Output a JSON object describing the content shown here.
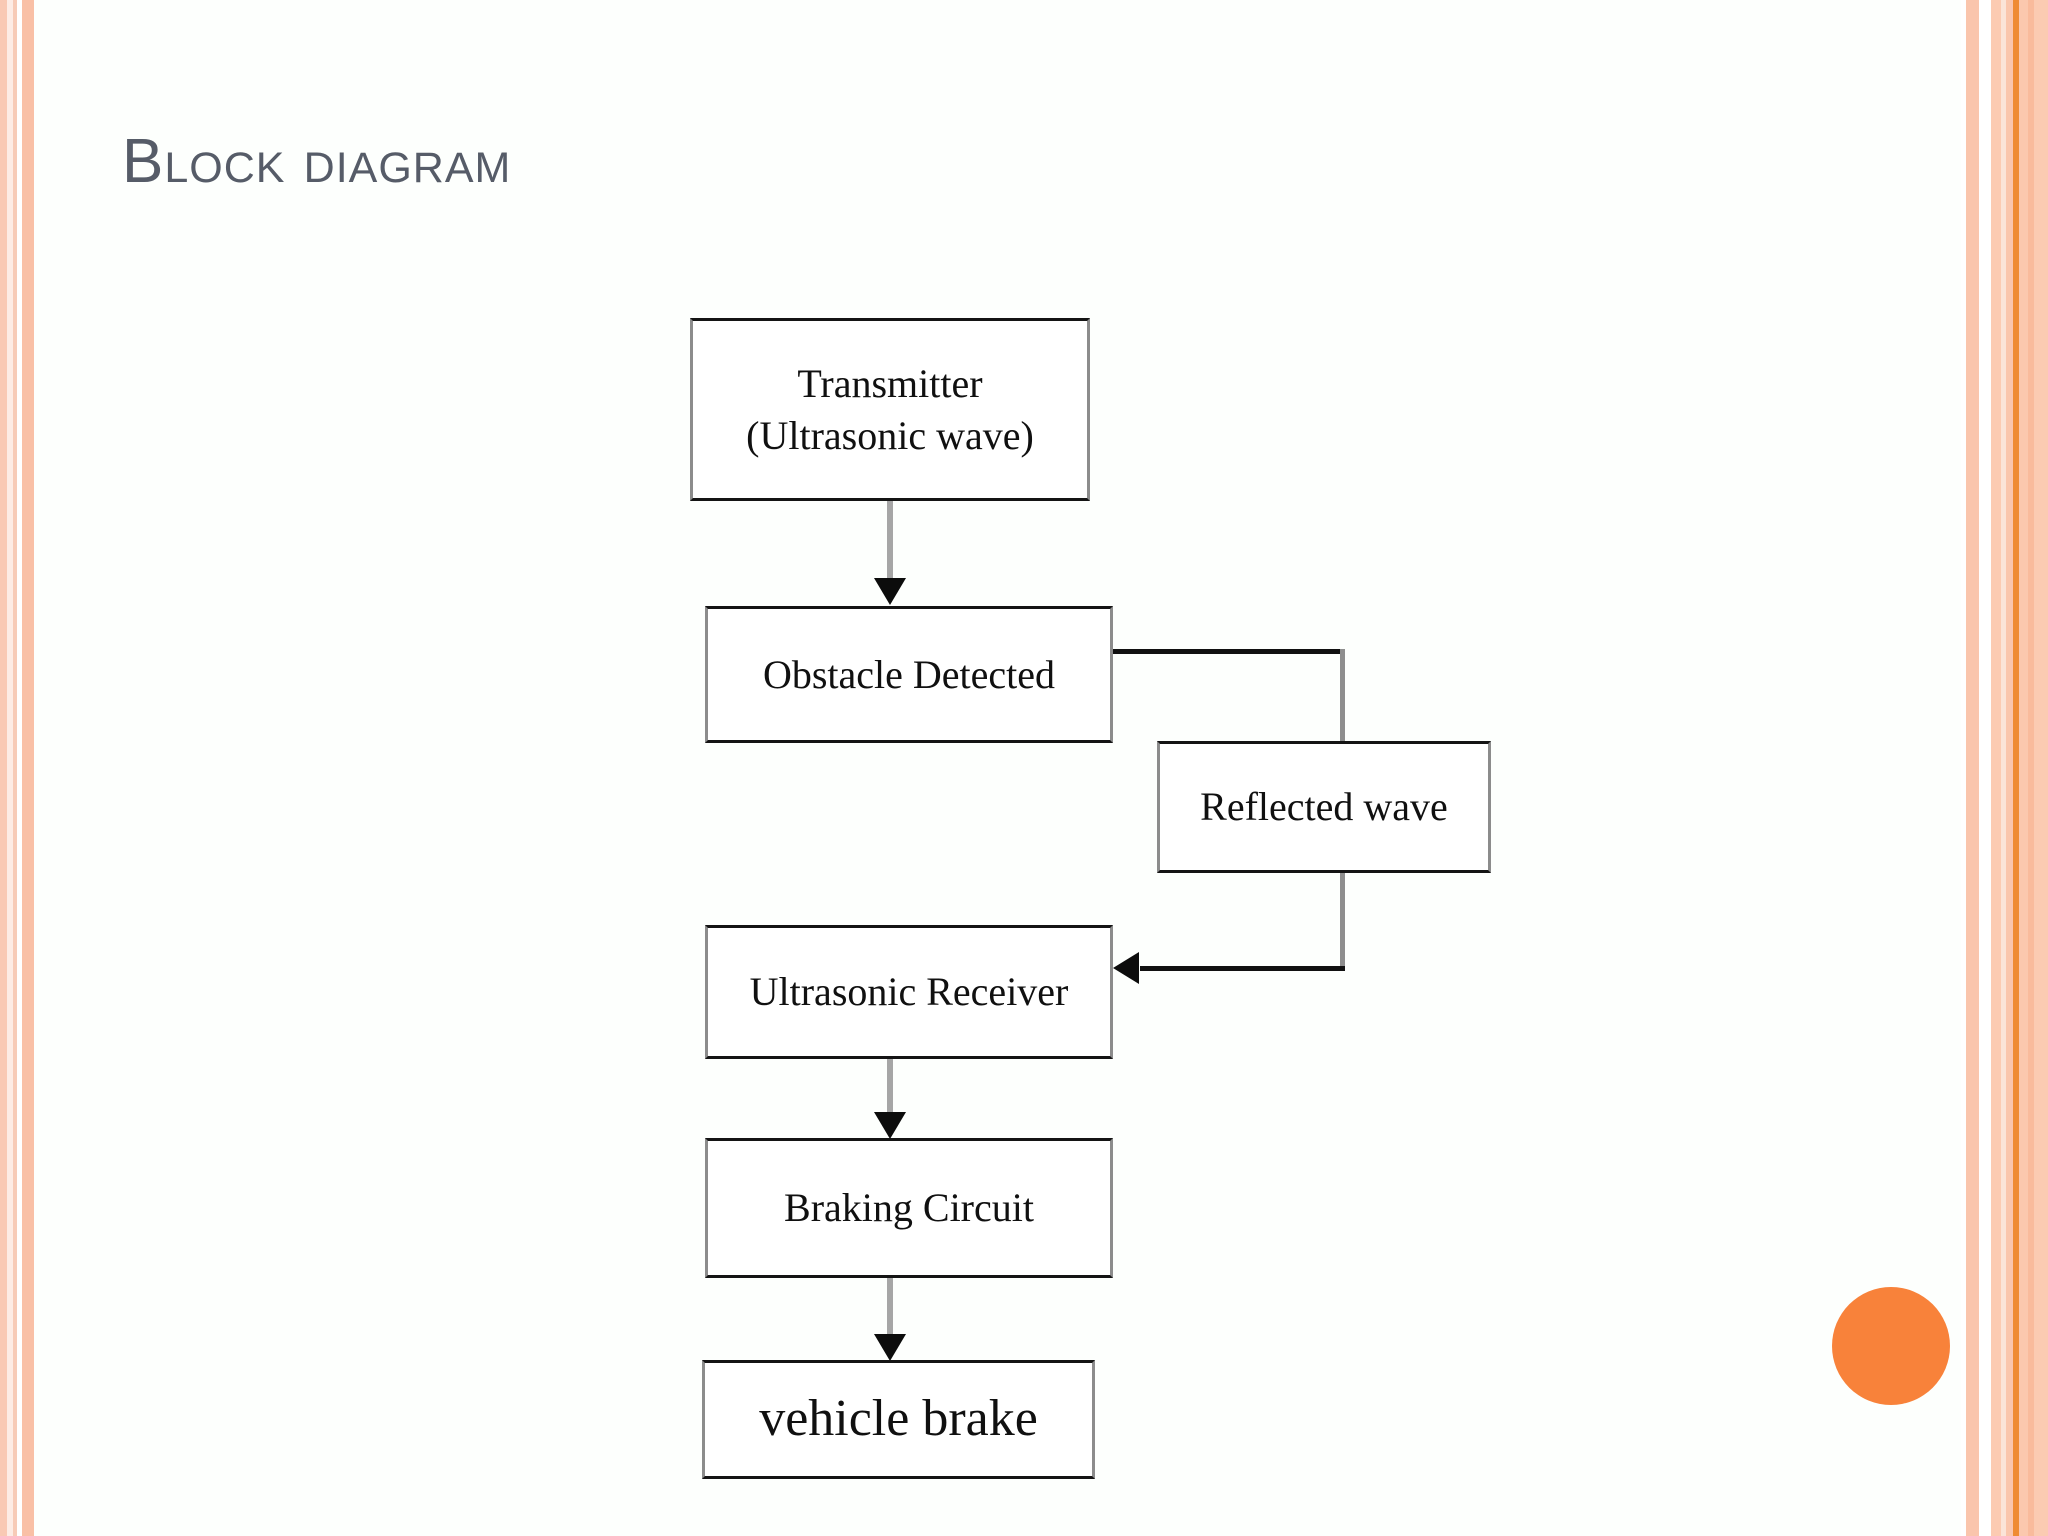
{
  "slide": {
    "title": "Block diagram",
    "background_color": "#fdfffd"
  },
  "theme": {
    "title_color": "#565c68",
    "accent_orange": "#f8823a",
    "stripe_peach": "#fac5ac",
    "stripe_orange_line": "#ef8b33",
    "node_border": "#141414",
    "connector_gray": "#a6a6a6",
    "arrow_black": "#0c0c0c"
  },
  "diagram": {
    "type": "flowchart",
    "nodes": [
      {
        "id": "transmitter",
        "line1": "Transmitter",
        "line2": "(Ultrasonic wave)"
      },
      {
        "id": "obstacle",
        "line1": "Obstacle Detected"
      },
      {
        "id": "reflected",
        "line1": "Reflected wave"
      },
      {
        "id": "receiver",
        "line1": "Ultrasonic Receiver"
      },
      {
        "id": "braking",
        "line1": "Braking Circuit"
      },
      {
        "id": "vehicle",
        "line1": "vehicle brake"
      }
    ],
    "edges": [
      {
        "from": "transmitter",
        "to": "obstacle",
        "style": "gray-arrow-down"
      },
      {
        "from": "obstacle",
        "to": "reflected",
        "style": "black-elbow-right-down"
      },
      {
        "from": "reflected",
        "to": "receiver",
        "style": "black-elbow-down-left-arrow"
      },
      {
        "from": "receiver",
        "to": "braking",
        "style": "gray-arrow-down"
      },
      {
        "from": "braking",
        "to": "vehicle",
        "style": "gray-arrow-down"
      }
    ]
  },
  "decor": {
    "orange_dot": "orange-circle",
    "left_border": "peach-stripes",
    "right_border": "peach-stripes"
  }
}
